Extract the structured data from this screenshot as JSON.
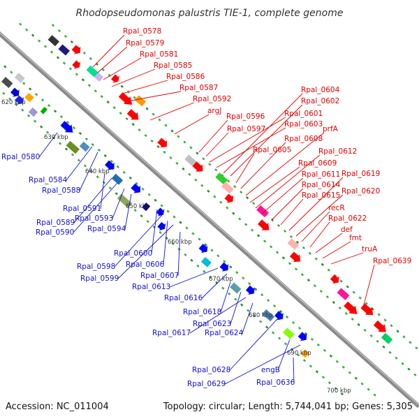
{
  "title": "Rhodopseudomonas palustris TIE-1, complete genome",
  "accession": "Accession: NC_011004",
  "summary": "Topology: circular; Length: 5,744,041 bp; Genes: 5,305",
  "colors": {
    "forward_label": "#e00000",
    "reverse_label": "#1010c8",
    "backbone": "#8a8a8a",
    "tick_green": "#2a8a2a"
  },
  "kbp_ticks": [
    "620 kbp",
    "630 kbp",
    "640 kbp",
    "650 kbp",
    "660 kbp",
    "670 kbp",
    "680 kbp",
    "690 kbp",
    "700 kbp"
  ],
  "forward_genes": [
    "Rpal_0578",
    "Rpal_0579",
    "Rpal_0581",
    "Rpal_0585",
    "Rpal_0586",
    "Rpal_0587",
    "Rpal_0592",
    "argJ",
    "Rpal_0596",
    "Rpal_0597",
    "Rpal_0601",
    "Rpal_0603",
    "Rpal_0604",
    "Rpal_0602",
    "Rpal_0605",
    "Rpal_0608",
    "prfA",
    "Rpal_0609",
    "Rpal_0612",
    "Rpal_0611",
    "Rpal_0614",
    "Rpal_0615",
    "Rpal_0619",
    "Rpal_0620",
    "recR",
    "Rpal_0622",
    "def",
    "fmt",
    "truA",
    "Rpal_0639"
  ],
  "reverse_genes": [
    "Rpal_0580",
    "Rpal_0584",
    "Rpal_0588",
    "Rpal_0591",
    "Rpal_0589",
    "Rpal_0590",
    "Rpal_0593",
    "Rpal_0594",
    "Rpal_0600",
    "Rpal_0598",
    "Rpal_0606",
    "Rpal_0599",
    "Rpal_0607",
    "Rpal_0613",
    "Rpal_0616",
    "Rpal_0618",
    "Rpal_0623",
    "Rpal_0617",
    "Rpal_0624",
    "Rpal_0628",
    "engB",
    "Rpal_0629",
    "Rpal_0636"
  ]
}
